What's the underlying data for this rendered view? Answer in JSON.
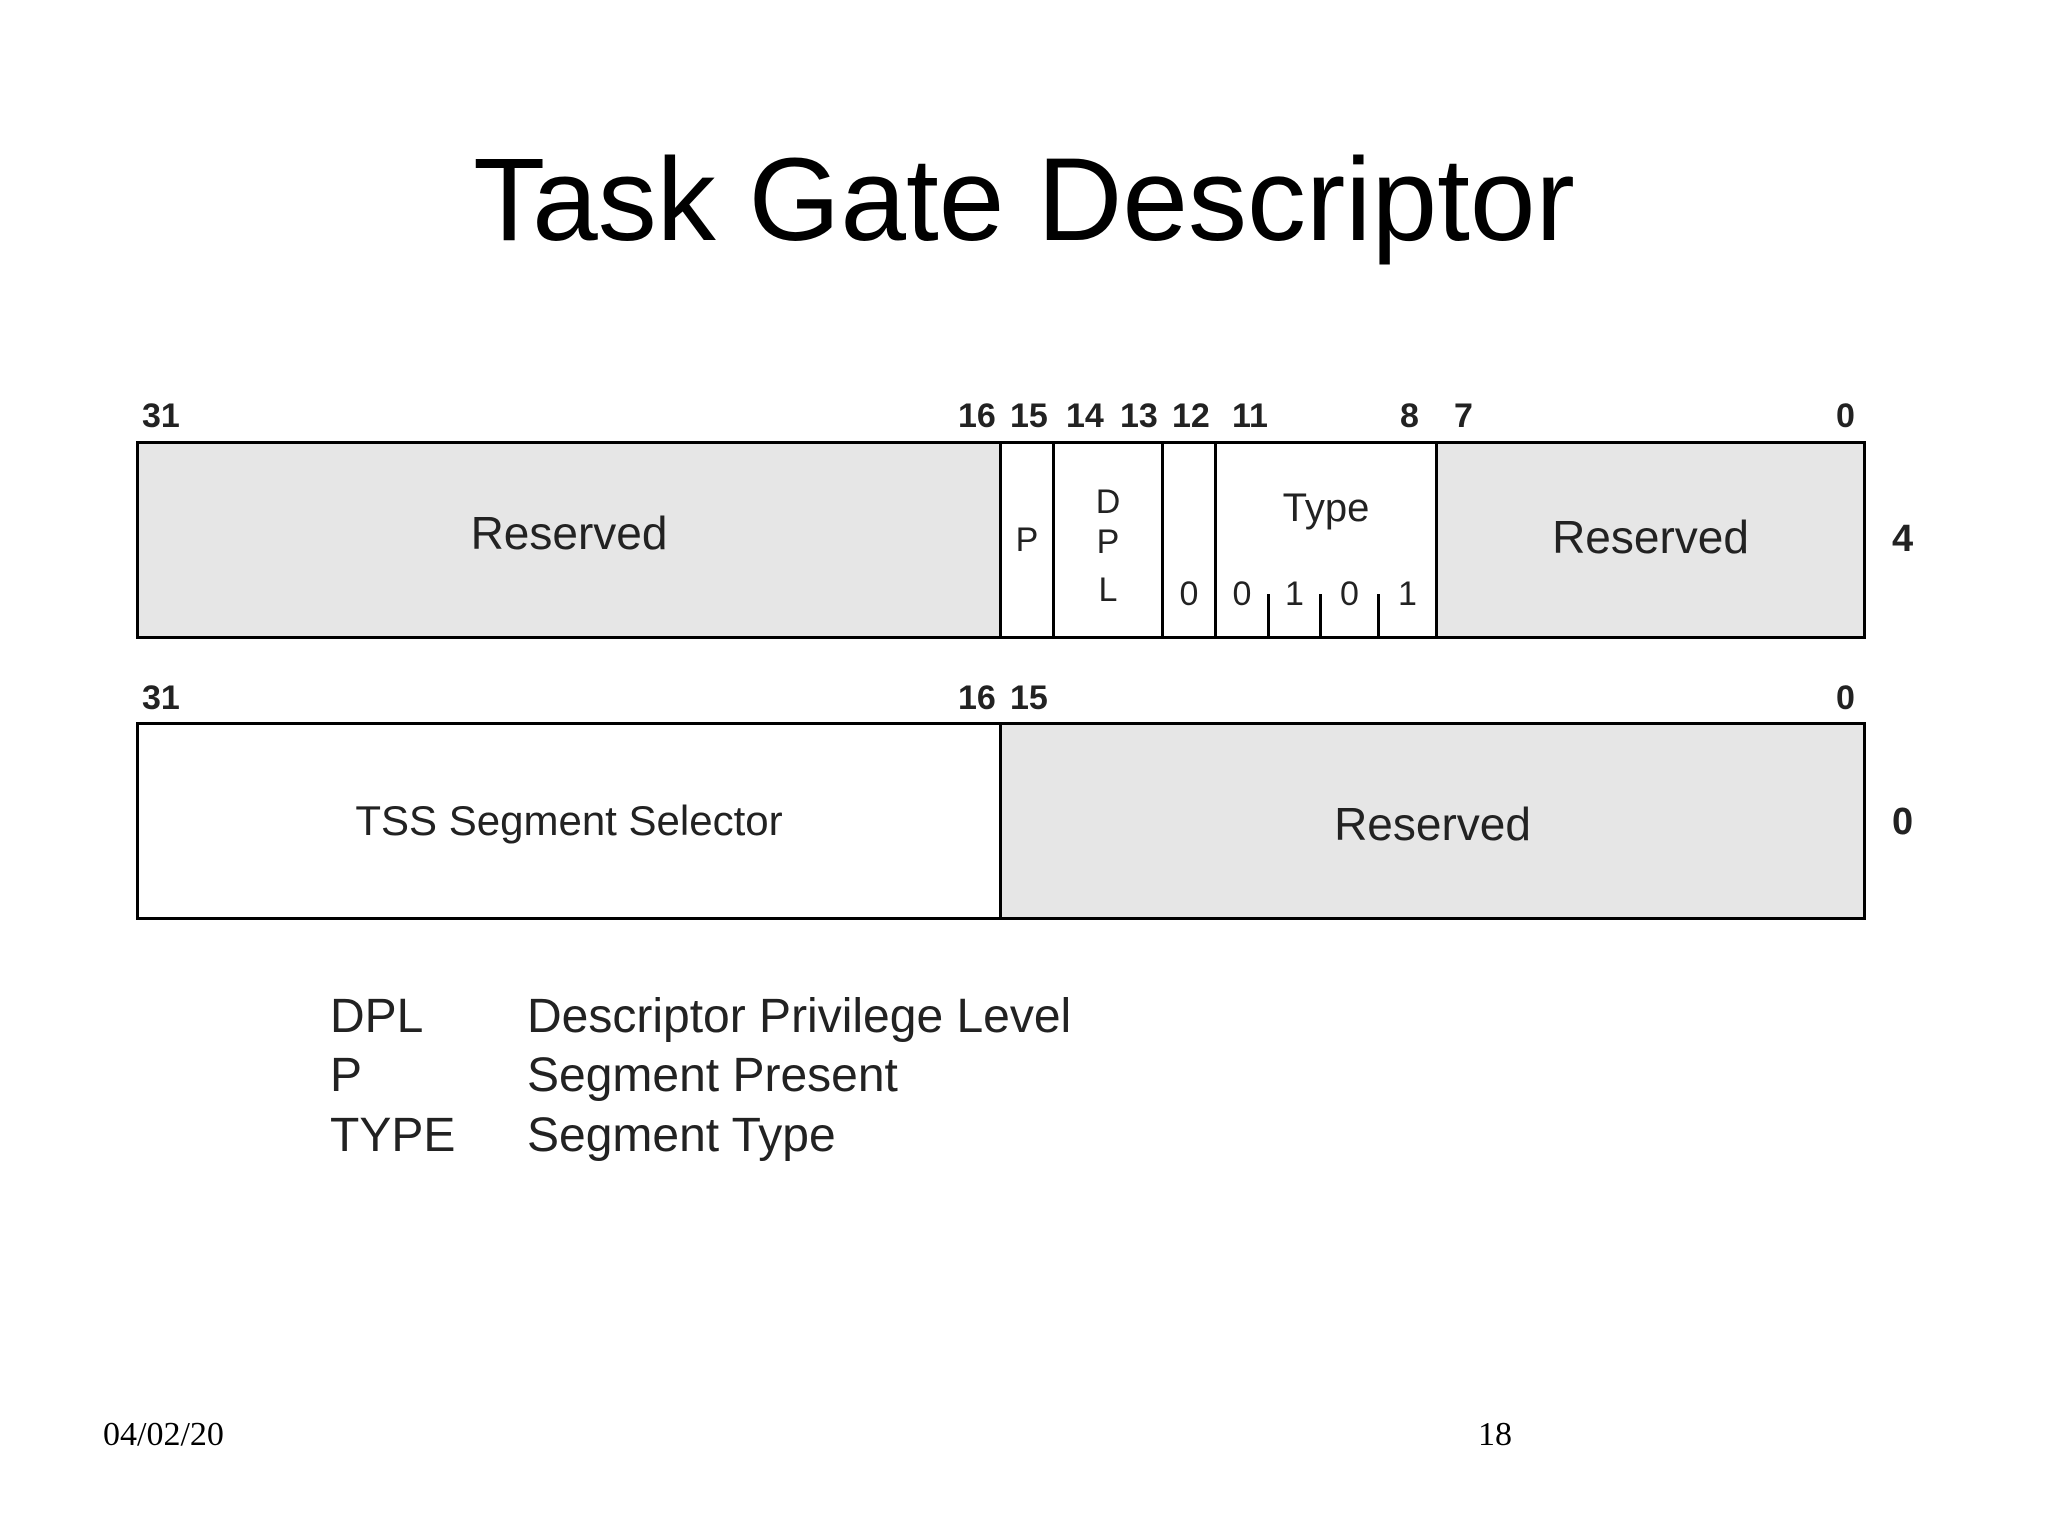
{
  "title": "Task Gate Descriptor",
  "row_top": {
    "bit_labels": [
      "31",
      "16",
      "15",
      "14",
      "13",
      "12",
      "11",
      "8",
      "7",
      "0"
    ],
    "fields": {
      "reserved_high": "Reserved",
      "p": "P",
      "dpl": [
        "D",
        "P",
        "L"
      ],
      "bit12": "0",
      "type_label": "Type",
      "type_bits": [
        "0",
        "1",
        "0",
        "1"
      ],
      "reserved_low": "Reserved"
    },
    "offset": "4"
  },
  "row_bottom": {
    "bit_labels": [
      "31",
      "16",
      "15",
      "0"
    ],
    "fields": {
      "selector": "TSS Segment Selector",
      "reserved": "Reserved"
    },
    "offset": "0"
  },
  "legend": [
    {
      "abbr": "DPL",
      "desc": "Descriptor Privilege Level"
    },
    {
      "abbr": "P",
      "desc": "Segment Present"
    },
    {
      "abbr": "TYPE",
      "desc": "Segment Type"
    }
  ],
  "footer": {
    "date": "04/02/20",
    "page": "18"
  },
  "colors": {
    "reserved_fill": "#e6e6e6",
    "border": "#000000"
  }
}
